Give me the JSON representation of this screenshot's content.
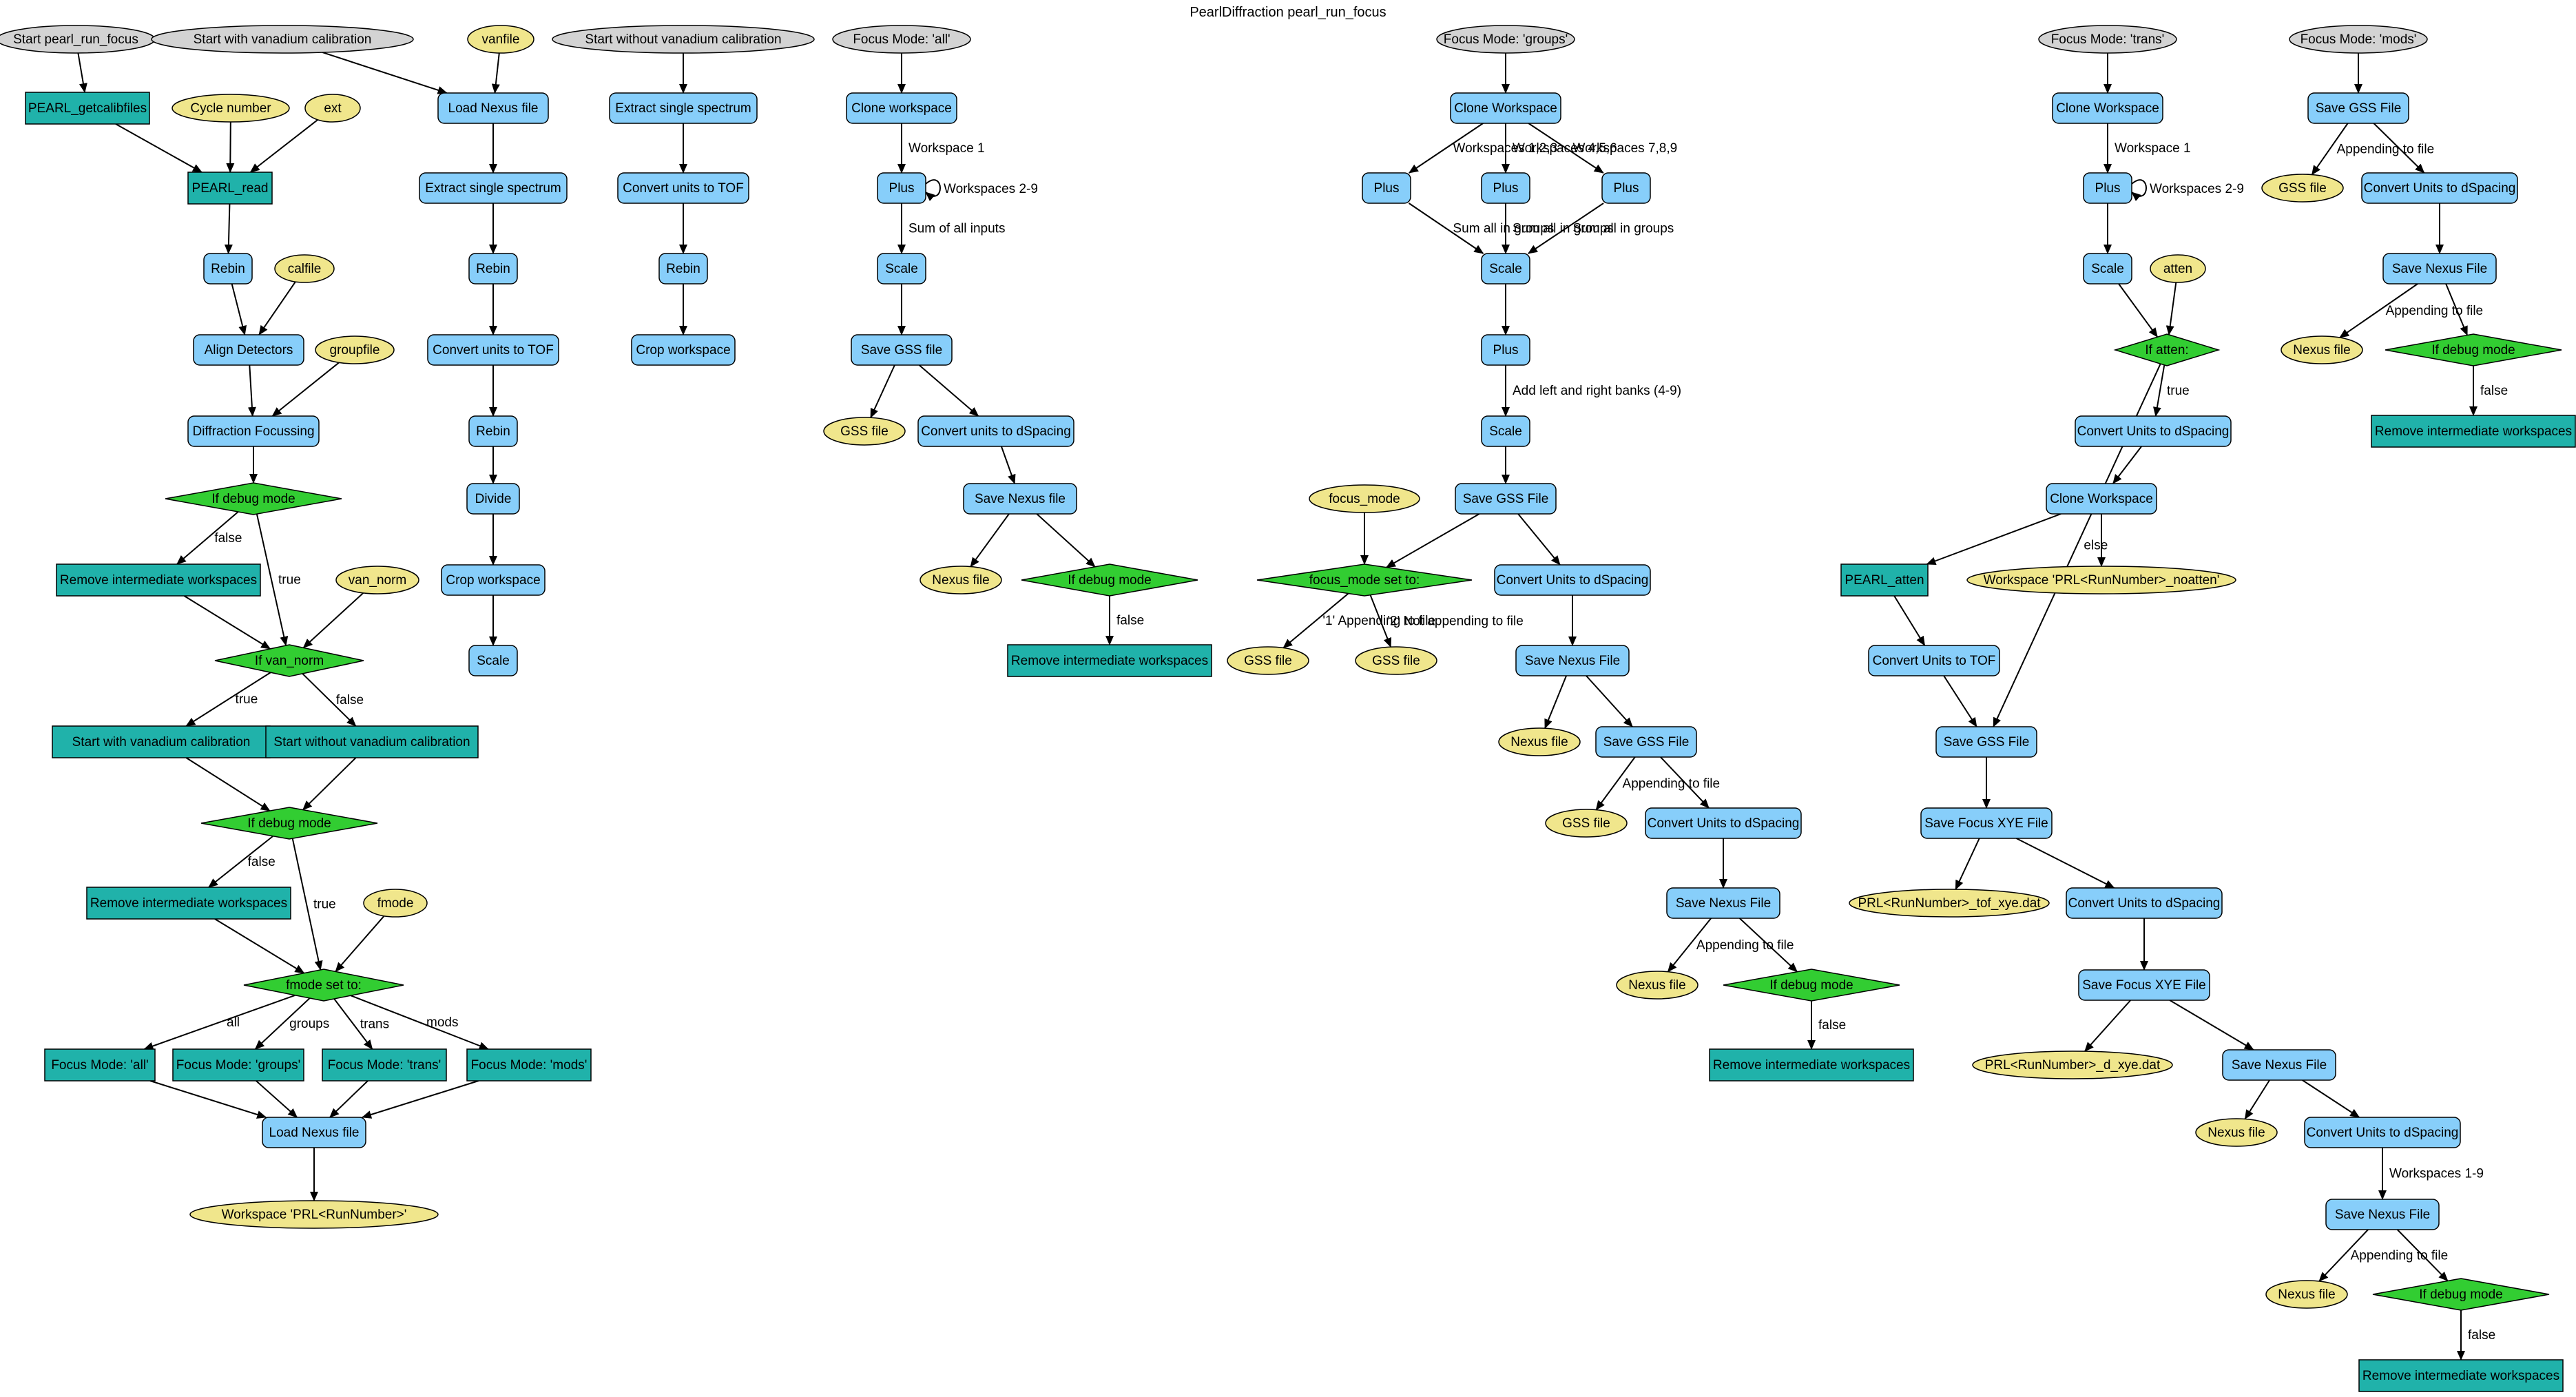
{
  "title": "PearlDiffraction pearl_run_focus",
  "colors": {
    "start": "#d3d3d3",
    "process": "#87cefa",
    "algorithm": "#20b2aa",
    "decision": "#32cd32",
    "value": "#f0e68c",
    "stroke": "#000000"
  },
  "nodes": [
    {
      "id": "s_prf",
      "label": "Start pearl_run_focus",
      "kind": "start"
    },
    {
      "id": "getcal",
      "label": "PEARL_getcalibfiles",
      "kind": "algorithm"
    },
    {
      "id": "cycle",
      "label": "Cycle number",
      "kind": "value"
    },
    {
      "id": "ext",
      "label": "ext",
      "kind": "value"
    },
    {
      "id": "read",
      "label": "PEARL_read",
      "kind": "algorithm"
    },
    {
      "id": "rebin1",
      "label": "Rebin",
      "kind": "process"
    },
    {
      "id": "calfile",
      "label": "calfile",
      "kind": "value"
    },
    {
      "id": "align",
      "label": "Align Detectors",
      "kind": "process"
    },
    {
      "id": "groupfile",
      "label": "groupfile",
      "kind": "value"
    },
    {
      "id": "difoc",
      "label": "Diffraction Focussing",
      "kind": "process"
    },
    {
      "id": "dbg1",
      "label": "If debug mode",
      "kind": "decision"
    },
    {
      "id": "rem1",
      "label": "Remove intermediate workspaces",
      "kind": "algorithm"
    },
    {
      "id": "vannorm",
      "label": "van_norm",
      "kind": "value"
    },
    {
      "id": "ifvan",
      "label": "If van_norm",
      "kind": "decision"
    },
    {
      "id": "swv",
      "label": "Start with vanadium calibration",
      "kind": "algorithm"
    },
    {
      "id": "swov",
      "label": "Start without vanadium calibration",
      "kind": "algorithm"
    },
    {
      "id": "dbg2",
      "label": "If debug mode",
      "kind": "decision"
    },
    {
      "id": "rem2",
      "label": "Remove intermediate workspaces",
      "kind": "algorithm"
    },
    {
      "id": "fmode",
      "label": "fmode",
      "kind": "value"
    },
    {
      "id": "fmset",
      "label": "fmode set to:",
      "kind": "decision"
    },
    {
      "id": "fm_all",
      "label": "Focus Mode: 'all'",
      "kind": "algorithm"
    },
    {
      "id": "fm_groups",
      "label": "Focus Mode: 'groups'",
      "kind": "algorithm"
    },
    {
      "id": "fm_trans",
      "label": "Focus Mode: 'trans'",
      "kind": "algorithm"
    },
    {
      "id": "fm_mods",
      "label": "Focus Mode: 'mods'",
      "kind": "algorithm"
    },
    {
      "id": "loadnx1",
      "label": "Load Nexus file",
      "kind": "process"
    },
    {
      "id": "wsprl",
      "label": "Workspace 'PRL<RunNumber>'",
      "kind": "value"
    },
    {
      "id": "s_swv",
      "label": "Start with vanadium calibration",
      "kind": "start"
    },
    {
      "id": "vanfile",
      "label": "vanfile",
      "kind": "value"
    },
    {
      "id": "loadnx2",
      "label": "Load Nexus file",
      "kind": "process"
    },
    {
      "id": "ess1",
      "label": "Extract single spectrum",
      "kind": "process"
    },
    {
      "id": "rebin2",
      "label": "Rebin",
      "kind": "process"
    },
    {
      "id": "cut1",
      "label": "Convert units to TOF",
      "kind": "process"
    },
    {
      "id": "rebin3",
      "label": "Rebin",
      "kind": "process"
    },
    {
      "id": "divide",
      "label": "Divide",
      "kind": "process"
    },
    {
      "id": "crop1",
      "label": "Crop workspace",
      "kind": "process"
    },
    {
      "id": "scale1",
      "label": "Scale",
      "kind": "process"
    },
    {
      "id": "s_swov",
      "label": "Start without vanadium calibration",
      "kind": "start"
    },
    {
      "id": "ess2",
      "label": "Extract single spectrum",
      "kind": "process"
    },
    {
      "id": "cut2",
      "label": "Convert units to TOF",
      "kind": "process"
    },
    {
      "id": "rebin4",
      "label": "Rebin",
      "kind": "process"
    },
    {
      "id": "crop2",
      "label": "Crop workspace",
      "kind": "process"
    },
    {
      "id": "s_all",
      "label": "Focus Mode: 'all'",
      "kind": "start"
    },
    {
      "id": "clone_a",
      "label": "Clone workspace",
      "kind": "process"
    },
    {
      "id": "plus_a",
      "label": "Plus",
      "kind": "process"
    },
    {
      "id": "scale_a",
      "label": "Scale",
      "kind": "process"
    },
    {
      "id": "sgss_a",
      "label": "Save GSS file",
      "kind": "process"
    },
    {
      "id": "gss_a",
      "label": "GSS file",
      "kind": "value"
    },
    {
      "id": "cud_a",
      "label": "Convert units to dSpacing",
      "kind": "process"
    },
    {
      "id": "snx_a",
      "label": "Save Nexus file",
      "kind": "process"
    },
    {
      "id": "nx_a",
      "label": "Nexus file",
      "kind": "value"
    },
    {
      "id": "dbg_a",
      "label": "If debug mode",
      "kind": "decision"
    },
    {
      "id": "rem_a",
      "label": "Remove intermediate workspaces",
      "kind": "algorithm"
    },
    {
      "id": "s_groups",
      "label": "Focus Mode: 'groups'",
      "kind": "start"
    },
    {
      "id": "clone_g",
      "label": "Clone Workspace",
      "kind": "process"
    },
    {
      "id": "plus_g1",
      "label": "Plus",
      "kind": "process"
    },
    {
      "id": "plus_g2",
      "label": "Plus",
      "kind": "process"
    },
    {
      "id": "plus_g3",
      "label": "Plus",
      "kind": "process"
    },
    {
      "id": "scale_g",
      "label": "Scale",
      "kind": "process"
    },
    {
      "id": "plus_g4",
      "label": "Plus",
      "kind": "process"
    },
    {
      "id": "scale_g2",
      "label": "Scale",
      "kind": "process"
    },
    {
      "id": "focusmode",
      "label": "focus_mode",
      "kind": "value"
    },
    {
      "id": "sgss_g",
      "label": "Save GSS File",
      "kind": "process"
    },
    {
      "id": "fmset_g",
      "label": "focus_mode set to:",
      "kind": "decision"
    },
    {
      "id": "gss_g1",
      "label": "GSS file",
      "kind": "value"
    },
    {
      "id": "gss_g2",
      "label": "GSS file",
      "kind": "value"
    },
    {
      "id": "cud_g",
      "label": "Convert Units to dSpacing",
      "kind": "process"
    },
    {
      "id": "snx_g",
      "label": "Save Nexus File",
      "kind": "process"
    },
    {
      "id": "nx_g",
      "label": "Nexus file",
      "kind": "value"
    },
    {
      "id": "sgss_g2",
      "label": "Save GSS File",
      "kind": "process"
    },
    {
      "id": "gss_g3",
      "label": "GSS file",
      "kind": "value"
    },
    {
      "id": "cud_g2",
      "label": "Convert Units to dSpacing",
      "kind": "process"
    },
    {
      "id": "snx_g2",
      "label": "Save Nexus File",
      "kind": "process"
    },
    {
      "id": "nx_g2",
      "label": "Nexus file",
      "kind": "value"
    },
    {
      "id": "dbg_g",
      "label": "If debug mode",
      "kind": "decision"
    },
    {
      "id": "rem_g",
      "label": "Remove intermediate workspaces",
      "kind": "algorithm"
    },
    {
      "id": "s_trans",
      "label": "Focus Mode: 'trans'",
      "kind": "start"
    },
    {
      "id": "clone_t",
      "label": "Clone Workspace",
      "kind": "process"
    },
    {
      "id": "plus_t",
      "label": "Plus",
      "kind": "process"
    },
    {
      "id": "scale_t",
      "label": "Scale",
      "kind": "process"
    },
    {
      "id": "atten",
      "label": "atten",
      "kind": "value"
    },
    {
      "id": "ifatten",
      "label": "If atten:",
      "kind": "decision"
    },
    {
      "id": "cud_t",
      "label": "Convert Units to dSpacing",
      "kind": "process"
    },
    {
      "id": "clone_t2",
      "label": "Clone Workspace",
      "kind": "process"
    },
    {
      "id": "patten",
      "label": "PEARL_atten",
      "kind": "algorithm"
    },
    {
      "id": "wsnoatt",
      "label": "Workspace 'PRL<RunNumber>_noatten'",
      "kind": "value"
    },
    {
      "id": "cut_t",
      "label": "Convert Units to TOF",
      "kind": "process"
    },
    {
      "id": "sgss_t",
      "label": "Save GSS File",
      "kind": "process"
    },
    {
      "id": "sxye_t",
      "label": "Save Focus XYE File",
      "kind": "process"
    },
    {
      "id": "toffile",
      "label": "PRL<RunNumber>_tof_xye.dat",
      "kind": "value"
    },
    {
      "id": "cud_t2",
      "label": "Convert Units to dSpacing",
      "kind": "process"
    },
    {
      "id": "sxye_t2",
      "label": "Save Focus XYE File",
      "kind": "process"
    },
    {
      "id": "dfile",
      "label": "PRL<RunNumber>_d_xye.dat",
      "kind": "value"
    },
    {
      "id": "snx_t",
      "label": "Save Nexus File",
      "kind": "process"
    },
    {
      "id": "nx_t",
      "label": "Nexus file",
      "kind": "value"
    },
    {
      "id": "cud_t3",
      "label": "Convert Units to dSpacing",
      "kind": "process"
    },
    {
      "id": "snx_t2",
      "label": "Save Nexus File",
      "kind": "process"
    },
    {
      "id": "nx_t2",
      "label": "Nexus file",
      "kind": "value"
    },
    {
      "id": "dbg_t",
      "label": "If debug mode",
      "kind": "decision"
    },
    {
      "id": "rem_t",
      "label": "Remove intermediate workspaces",
      "kind": "algorithm"
    },
    {
      "id": "s_mods",
      "label": "Focus Mode: 'mods'",
      "kind": "start"
    },
    {
      "id": "sgss_m",
      "label": "Save GSS File",
      "kind": "process"
    },
    {
      "id": "gss_m",
      "label": "GSS file",
      "kind": "value"
    },
    {
      "id": "cud_m",
      "label": "Convert Units to dSpacing",
      "kind": "process"
    },
    {
      "id": "snx_m",
      "label": "Save Nexus File",
      "kind": "process"
    },
    {
      "id": "nx_m",
      "label": "Nexus file",
      "kind": "value"
    },
    {
      "id": "dbg_m",
      "label": "If debug mode",
      "kind": "decision"
    },
    {
      "id": "rem_m",
      "label": "Remove intermediate workspaces",
      "kind": "algorithm"
    }
  ],
  "edges": [
    {
      "from": "s_prf",
      "to": "getcal"
    },
    {
      "from": "getcal",
      "to": "read"
    },
    {
      "from": "cycle",
      "to": "read"
    },
    {
      "from": "ext",
      "to": "read"
    },
    {
      "from": "read",
      "to": "rebin1"
    },
    {
      "from": "rebin1",
      "to": "align"
    },
    {
      "from": "calfile",
      "to": "align"
    },
    {
      "from": "align",
      "to": "difoc"
    },
    {
      "from": "groupfile",
      "to": "difoc"
    },
    {
      "from": "difoc",
      "to": "dbg1"
    },
    {
      "from": "dbg1",
      "to": "rem1",
      "label": "false"
    },
    {
      "from": "dbg1",
      "to": "ifvan",
      "label": "true"
    },
    {
      "from": "rem1",
      "to": "ifvan"
    },
    {
      "from": "vannorm",
      "to": "ifvan"
    },
    {
      "from": "ifvan",
      "to": "swv",
      "label": "true"
    },
    {
      "from": "ifvan",
      "to": "swov",
      "label": "false"
    },
    {
      "from": "swv",
      "to": "dbg2"
    },
    {
      "from": "swov",
      "to": "dbg2"
    },
    {
      "from": "dbg2",
      "to": "rem2",
      "label": "false"
    },
    {
      "from": "dbg2",
      "to": "fmset",
      "label": "true"
    },
    {
      "from": "rem2",
      "to": "fmset"
    },
    {
      "from": "fmode",
      "to": "fmset"
    },
    {
      "from": "fmset",
      "to": "fm_all",
      "label": "all"
    },
    {
      "from": "fmset",
      "to": "fm_groups",
      "label": "groups"
    },
    {
      "from": "fmset",
      "to": "fm_trans",
      "label": "trans"
    },
    {
      "from": "fmset",
      "to": "fm_mods",
      "label": "mods"
    },
    {
      "from": "fm_all",
      "to": "loadnx1"
    },
    {
      "from": "fm_groups",
      "to": "loadnx1"
    },
    {
      "from": "fm_trans",
      "to": "loadnx1"
    },
    {
      "from": "fm_mods",
      "to": "loadnx1"
    },
    {
      "from": "loadnx1",
      "to": "wsprl"
    },
    {
      "from": "s_swv",
      "to": "loadnx2"
    },
    {
      "from": "vanfile",
      "to": "loadnx2"
    },
    {
      "from": "loadnx2",
      "to": "ess1"
    },
    {
      "from": "ess1",
      "to": "rebin2"
    },
    {
      "from": "rebin2",
      "to": "cut1"
    },
    {
      "from": "cut1",
      "to": "rebin3"
    },
    {
      "from": "rebin3",
      "to": "divide"
    },
    {
      "from": "divide",
      "to": "crop1"
    },
    {
      "from": "crop1",
      "to": "scale1"
    },
    {
      "from": "s_swov",
      "to": "ess2"
    },
    {
      "from": "ess2",
      "to": "cut2"
    },
    {
      "from": "cut2",
      "to": "rebin4"
    },
    {
      "from": "rebin4",
      "to": "crop2"
    },
    {
      "from": "s_all",
      "to": "clone_a"
    },
    {
      "from": "clone_a",
      "to": "plus_a",
      "label": "Workspace 1"
    },
    {
      "from": "plus_a",
      "to": "plus_a",
      "label": "Workspaces 2-9",
      "loop": true
    },
    {
      "from": "plus_a",
      "to": "scale_a",
      "label": "Sum of all inputs"
    },
    {
      "from": "scale_a",
      "to": "sgss_a"
    },
    {
      "from": "sgss_a",
      "to": "gss_a"
    },
    {
      "from": "sgss_a",
      "to": "cud_a"
    },
    {
      "from": "cud_a",
      "to": "snx_a"
    },
    {
      "from": "snx_a",
      "to": "nx_a"
    },
    {
      "from": "snx_a",
      "to": "dbg_a"
    },
    {
      "from": "dbg_a",
      "to": "rem_a",
      "label": "false"
    },
    {
      "from": "s_groups",
      "to": "clone_g"
    },
    {
      "from": "clone_g",
      "to": "plus_g1",
      "label": "Workspaces 1,2,3"
    },
    {
      "from": "clone_g",
      "to": "plus_g2",
      "label": "Workspaces 4,5,6"
    },
    {
      "from": "clone_g",
      "to": "plus_g3",
      "label": "Workspaces 7,8,9"
    },
    {
      "from": "plus_g1",
      "to": "scale_g",
      "label": "Sum all in groups"
    },
    {
      "from": "plus_g2",
      "to": "scale_g",
      "label": "Sum all in groups"
    },
    {
      "from": "plus_g3",
      "to": "scale_g",
      "label": "Sum all in groups"
    },
    {
      "from": "scale_g",
      "to": "plus_g4"
    },
    {
      "from": "plus_g4",
      "to": "scale_g2",
      "label": "Add left and right banks (4-9)"
    },
    {
      "from": "scale_g2",
      "to": "sgss_g"
    },
    {
      "from": "sgss_g",
      "to": "fmset_g"
    },
    {
      "from": "focusmode",
      "to": "fmset_g"
    },
    {
      "from": "fmset_g",
      "to": "gss_g1",
      "label": "'1' Appending to file"
    },
    {
      "from": "fmset_g",
      "to": "gss_g2",
      "label": "'2' Not appending to file"
    },
    {
      "from": "sgss_g",
      "to": "cud_g"
    },
    {
      "from": "cud_g",
      "to": "snx_g"
    },
    {
      "from": "snx_g",
      "to": "nx_g"
    },
    {
      "from": "snx_g",
      "to": "sgss_g2"
    },
    {
      "from": "sgss_g2",
      "to": "gss_g3",
      "label": "Appending to file"
    },
    {
      "from": "sgss_g2",
      "to": "cud_g2"
    },
    {
      "from": "cud_g2",
      "to": "snx_g2"
    },
    {
      "from": "snx_g2",
      "to": "nx_g2",
      "label": "Appending to file"
    },
    {
      "from": "snx_g2",
      "to": "dbg_g"
    },
    {
      "from": "dbg_g",
      "to": "rem_g",
      "label": "false"
    },
    {
      "from": "s_trans",
      "to": "clone_t"
    },
    {
      "from": "clone_t",
      "to": "plus_t",
      "label": "Workspace 1"
    },
    {
      "from": "plus_t",
      "to": "plus_t",
      "label": "Workspaces 2-9",
      "loop": true
    },
    {
      "from": "plus_t",
      "to": "scale_t"
    },
    {
      "from": "scale_t",
      "to": "ifatten"
    },
    {
      "from": "atten",
      "to": "ifatten"
    },
    {
      "from": "ifatten",
      "to": "cud_t",
      "label": "true"
    },
    {
      "from": "ifatten",
      "to": "sgss_t",
      "label": "else"
    },
    {
      "from": "cud_t",
      "to": "clone_t2"
    },
    {
      "from": "clone_t2",
      "to": "patten"
    },
    {
      "from": "clone_t2",
      "to": "wsnoatt"
    },
    {
      "from": "patten",
      "to": "cut_t"
    },
    {
      "from": "cut_t",
      "to": "sgss_t"
    },
    {
      "from": "sgss_t",
      "to": "sxye_t"
    },
    {
      "from": "sxye_t",
      "to": "toffile"
    },
    {
      "from": "sxye_t",
      "to": "cud_t2"
    },
    {
      "from": "cud_t2",
      "to": "sxye_t2"
    },
    {
      "from": "sxye_t2",
      "to": "dfile"
    },
    {
      "from": "sxye_t2",
      "to": "snx_t"
    },
    {
      "from": "snx_t",
      "to": "nx_t"
    },
    {
      "from": "snx_t",
      "to": "cud_t3"
    },
    {
      "from": "cud_t3",
      "to": "snx_t2",
      "label": "Workspaces 1-9"
    },
    {
      "from": "snx_t2",
      "to": "nx_t2",
      "label": "Appending to file"
    },
    {
      "from": "snx_t2",
      "to": "dbg_t"
    },
    {
      "from": "dbg_t",
      "to": "rem_t",
      "label": "false"
    },
    {
      "from": "s_mods",
      "to": "sgss_m"
    },
    {
      "from": "sgss_m",
      "to": "gss_m",
      "label": "Appending to file"
    },
    {
      "from": "sgss_m",
      "to": "cud_m"
    },
    {
      "from": "cud_m",
      "to": "snx_m"
    },
    {
      "from": "snx_m",
      "to": "nx_m",
      "label": "Appending to file"
    },
    {
      "from": "snx_m",
      "to": "dbg_m"
    },
    {
      "from": "dbg_m",
      "to": "rem_m",
      "label": "false"
    }
  ]
}
